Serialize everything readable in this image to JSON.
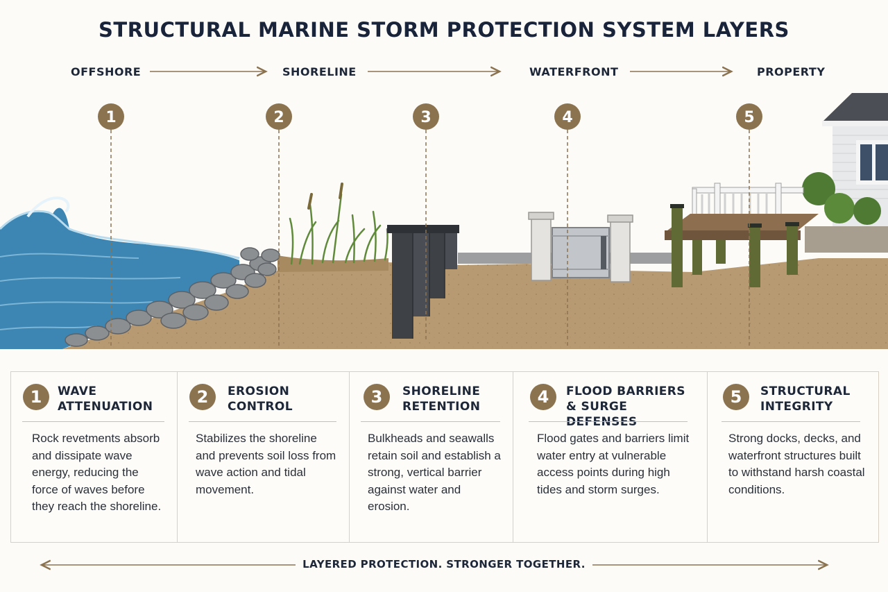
{
  "title": "STRUCTURAL MARINE STORM PROTECTION SYSTEM LAYERS",
  "zones": [
    "OFFSHORE",
    "SHORELINE",
    "WATERFRONT",
    "PROPERTY"
  ],
  "markers": [
    "1",
    "2",
    "3",
    "4",
    "5"
  ],
  "cards": [
    {
      "number": "1",
      "heading": "WAVE\nATTENUATION",
      "body": "Rock revetments absorb and dissipate wave energy, reducing the force of waves before they reach the shoreline."
    },
    {
      "number": "2",
      "heading": "EROSION\nCONTROL",
      "body": "Stabilizes the shoreline and prevents soil loss from wave action and tidal movement."
    },
    {
      "number": "3",
      "heading": "SHORELINE\nRETENTION",
      "body": "Bulkheads and seawalls retain soil and establish a strong, vertical barrier against water and erosion."
    },
    {
      "number": "4",
      "heading": "FLOOD BARRIERS\n& SURGE DEFENSES",
      "body": "Flood gates and barriers limit water entry at vulnerable access points during high tides and storm surges."
    },
    {
      "number": "5",
      "heading": "STRUCTURAL\nINTEGRITY",
      "body": "Strong docks, decks, and waterfront structures built to withstand harsh coastal conditions."
    }
  ],
  "footer": "LAYERED PROTECTION. STRONGER TOGETHER.",
  "colors": {
    "accent": "#8b7350",
    "water": "#3d86b3",
    "soil": "#b89a72",
    "navy": "#1d2738"
  },
  "icons": [
    "wave-icon",
    "rock-revetment-icon",
    "dune-grass-icon",
    "bulkhead-icon",
    "flood-gate-icon",
    "dock-icon",
    "house-icon"
  ]
}
